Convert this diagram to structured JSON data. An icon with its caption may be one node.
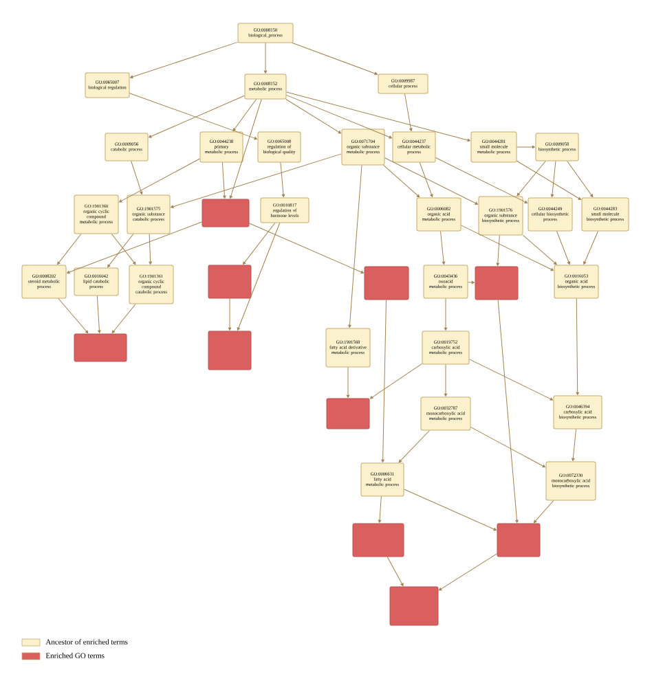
{
  "diagram": {
    "nodes": [
      {
        "text": [
          "GO:0008150",
          "biological_process"
        ]
      },
      {
        "text": [
          "GO:0065007",
          "biological regulation"
        ]
      },
      {
        "text": [
          "GO:0008152",
          "metabolic process"
        ]
      },
      {
        "text": [
          "GO:0009987",
          "cellular process"
        ]
      },
      {
        "text": [
          "GO:0009056",
          "catabolic process"
        ]
      },
      {
        "text": [
          "GO:0044238",
          "primary metabolic process"
        ]
      },
      {
        "text": [
          "GO:0065008",
          "regulation of biological quality"
        ]
      },
      {
        "text": [
          "GO:0071704",
          "organic substance metabolic process"
        ]
      },
      {
        "text": [
          "GO:0044237",
          "cellular metabolic process"
        ]
      },
      {
        "text": [
          "GO:0044281",
          "small molecule metabolic process"
        ]
      },
      {
        "text": [
          "GO:0009058",
          "biosynthetic process"
        ]
      },
      {
        "text": [
          "GO:1901360",
          "organic cyclic compound metabolic process"
        ]
      },
      {
        "text": [
          "GO:1901575",
          "organic substance catabolic process"
        ]
      },
      {
        "text": [],
        "shape": "box"
      },
      {
        "text": [
          "GO:0010817",
          "regulation of hormone levels"
        ]
      },
      {
        "text": [
          "GO:0006082",
          "organic acid metabolic process"
        ]
      },
      {
        "text": [
          "GO:1901576",
          "organic substance biosynthetic process"
        ]
      },
      {
        "text": [
          "GO:0044249",
          "cellular biosynthetic process"
        ]
      },
      {
        "text": [
          "GO:0044283",
          "small molecule biosynthetic process"
        ]
      },
      {
        "text": [
          "GO:0008202",
          "steroid metabolic process"
        ]
      },
      {
        "text": [
          "GO:0016042",
          "lipid catabolic process"
        ]
      },
      {
        "text": [
          "GO:1901361",
          "organic cyclic compound catabolic process"
        ]
      },
      {
        "text": [],
        "shape": "box"
      },
      {
        "text": [],
        "shape": "box"
      },
      {
        "text": [
          "GO:0043436",
          "oxoacid metabolic process"
        ]
      },
      {
        "text": [],
        "shape": "box"
      },
      {
        "text": [
          "GO:0016053",
          "organic acid biosynthetic process"
        ]
      },
      {
        "text": [],
        "shape": "box"
      },
      {
        "text": [],
        "shape": "box"
      },
      {
        "text": [
          "GO:1901568",
          "fatty acid derivative metabolic process"
        ]
      },
      {
        "text": [
          "GO:0019752",
          "carboxylic acid metabolic process"
        ]
      },
      {
        "text": [],
        "shape": "box"
      },
      {
        "text": [
          "GO:0032787",
          "monocarboxylic acid metabolic process"
        ]
      },
      {
        "text": [
          "GO:0046394",
          "carboxylic acid biosynthetic process"
        ]
      },
      {
        "text": [
          "GO:0006631",
          "fatty acid metabolic process"
        ]
      },
      {
        "text": [
          "GO:0072330",
          "monocarboxylic acid biosynthetic process"
        ]
      },
      {
        "text": [],
        "shape": "box"
      },
      {
        "text": [],
        "shape": "box"
      },
      {
        "text": [],
        "shape": "box"
      }
    ],
    "edges": [
      {
        "from": 0,
        "to": 1,
        "arrow": "to"
      },
      {
        "from": 0,
        "to": 2,
        "arrow": "to"
      },
      {
        "from": 0,
        "to": 3,
        "arrow": "to"
      },
      {
        "from": 1,
        "to": 6,
        "arrow": "to"
      },
      {
        "from": 2,
        "to": 4,
        "arrow": "to"
      },
      {
        "from": 2,
        "to": 5,
        "arrow": "to"
      },
      {
        "from": 2,
        "to": 7,
        "arrow": "to"
      },
      {
        "from": 2,
        "to": 8,
        "arrow": "to"
      },
      {
        "from": 2,
        "to": 9,
        "arrow": "to"
      },
      {
        "from": 2,
        "to": 13,
        "arrow": "to"
      },
      {
        "from": 5,
        "to": 13,
        "arrow": "to"
      },
      {
        "from": 3,
        "to": 8,
        "arrow": "to"
      },
      {
        "from": 9,
        "to": 10,
        "arrow": "to"
      },
      {
        "from": 5,
        "to": 11,
        "arrow": "to"
      },
      {
        "from": 4,
        "to": 12,
        "arrow": "to"
      },
      {
        "from": 7,
        "to": 12,
        "arrow": "to"
      },
      {
        "from": 6,
        "to": 14,
        "arrow": "to"
      },
      {
        "from": 7,
        "to": 15,
        "arrow": "to"
      },
      {
        "from": 8,
        "to": 15,
        "arrow": "to"
      },
      {
        "from": 7,
        "to": 16,
        "arrow": "to"
      },
      {
        "from": 10,
        "to": 16,
        "arrow": "to"
      },
      {
        "from": 8,
        "to": 17,
        "arrow": "to"
      },
      {
        "from": 10,
        "to": 17,
        "arrow": "to"
      },
      {
        "from": 9,
        "to": 18,
        "arrow": "to"
      },
      {
        "from": 10,
        "to": 18,
        "arrow": "to"
      },
      {
        "from": 11,
        "to": 19,
        "arrow": "to"
      },
      {
        "from": 11,
        "to": 21,
        "arrow": "to"
      },
      {
        "from": 12,
        "to": 20,
        "arrow": "to"
      },
      {
        "from": 12,
        "to": 21,
        "arrow": "to"
      },
      {
        "from": 13,
        "to": 19,
        "arrow": "to"
      },
      {
        "from": 14,
        "to": 22,
        "arrow": "to"
      },
      {
        "from": 15,
        "to": 24,
        "arrow": "to"
      },
      {
        "from": 15,
        "to": 26,
        "arrow": "to"
      },
      {
        "from": 16,
        "to": 25,
        "arrow": "to"
      },
      {
        "from": 16,
        "to": 26,
        "arrow": "to"
      },
      {
        "from": 17,
        "to": 26,
        "arrow": "to"
      },
      {
        "from": 18,
        "to": 26,
        "arrow": "to"
      },
      {
        "from": 13,
        "to": 23,
        "arrow": "to"
      },
      {
        "from": 24,
        "to": 25,
        "arrow": "to"
      },
      {
        "from": 7,
        "to": 29,
        "arrow": "to"
      },
      {
        "from": 24,
        "to": 30,
        "arrow": "to"
      },
      {
        "from": 19,
        "to": 27,
        "arrow": "to"
      },
      {
        "from": 20,
        "to": 27,
        "arrow": "to"
      },
      {
        "from": 21,
        "to": 27,
        "arrow": "to"
      },
      {
        "from": 22,
        "to": 28,
        "arrow": "to"
      },
      {
        "from": 14,
        "to": 28,
        "arrow": "to"
      },
      {
        "from": 26,
        "to": 33,
        "arrow": "to"
      },
      {
        "from": 29,
        "to": 31,
        "arrow": "to"
      },
      {
        "from": 30,
        "to": 31,
        "arrow": "to"
      },
      {
        "from": 30,
        "to": 32,
        "arrow": "to"
      },
      {
        "from": 30,
        "to": 33,
        "arrow": "to"
      },
      {
        "from": 32,
        "to": 34,
        "arrow": "to"
      },
      {
        "from": 32,
        "to": 35,
        "arrow": "to"
      },
      {
        "from": 33,
        "to": 35,
        "arrow": "to"
      },
      {
        "from": 23,
        "to": 34,
        "arrow": "to"
      },
      {
        "from": 25,
        "to": 37,
        "arrow": "to"
      },
      {
        "from": 34,
        "to": 36,
        "arrow": "to"
      },
      {
        "from": 34,
        "to": 37,
        "arrow": "to"
      },
      {
        "from": 35,
        "to": 37,
        "arrow": "to"
      },
      {
        "from": 36,
        "to": 38,
        "arrow": "to"
      },
      {
        "from": 37,
        "to": 38,
        "arrow": "to"
      }
    ],
    "legend": [
      {
        "text": "Ancestor of enriched terms",
        "color": "#fbf1cc"
      },
      {
        "text": "Enriched GO terms",
        "color": "#d9605e"
      }
    ]
  }
}
